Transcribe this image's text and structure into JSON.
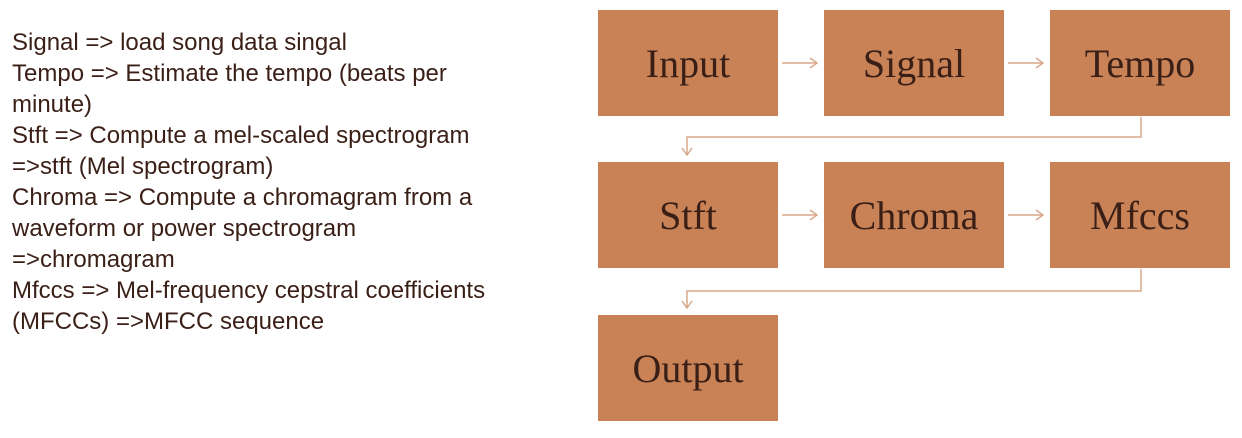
{
  "description": {
    "lines": [
      "Signal => load song data singal",
      "Tempo => Estimate the tempo (beats per",
      "minute)",
      "Stft => Compute a mel-scaled spectrogram",
      "=>stft (Mel spectrogram)",
      "Chroma => Compute a chromagram from a",
      "waveform or power spectrogram",
      "=>chromagram",
      "Mfccs => Mel-frequency cepstral coefficients",
      "(MFCCs) =>MFCC sequence"
    ]
  },
  "flow": {
    "nodes": [
      "Input",
      "Signal",
      "Tempo",
      "Stft",
      "Chroma",
      "Mfccs",
      "Output"
    ]
  },
  "colors": {
    "box_fill": "#c98256",
    "connector": "#d8a98c",
    "text": "#3a1f17"
  }
}
